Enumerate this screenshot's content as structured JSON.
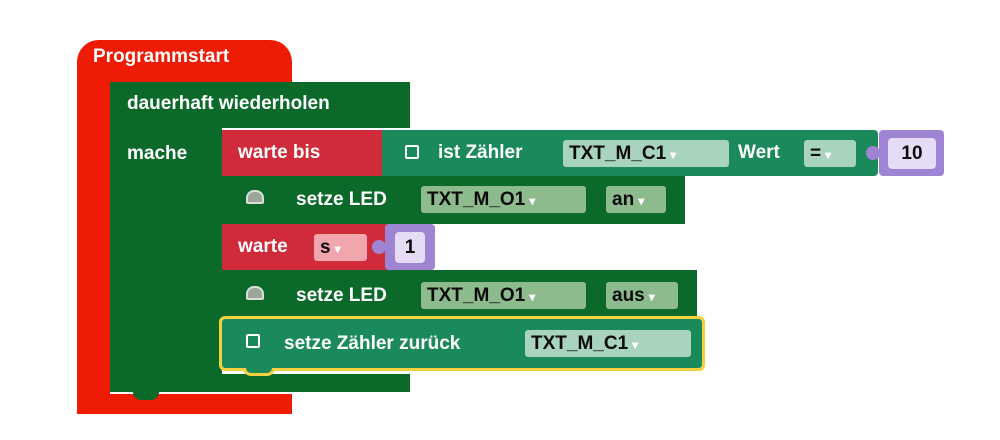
{
  "blocks": {
    "program_start": {
      "label": "Programmstart"
    },
    "forever": {
      "label": "dauerhaft wiederholen",
      "do_label": "mache"
    },
    "wait_until": {
      "label": "warte bis",
      "sensor_label": "ist Zähler",
      "counter": "TXT_M_C1",
      "value_label": "Wert",
      "operator": "=",
      "value": "10"
    },
    "set_led_on": {
      "label": "setze LED",
      "led": "TXT_M_O1",
      "state": "an"
    },
    "wait": {
      "label": "warte",
      "unit": "s",
      "value": "1"
    },
    "set_led_off": {
      "label": "setze LED",
      "led": "TXT_M_O1",
      "state": "aus"
    },
    "reset_counter": {
      "label": "setze Zähler zurück",
      "counter": "TXT_M_C1"
    }
  },
  "dropdown_arrow": "▾",
  "colors": {
    "event": "#ee1c04",
    "loop": "#0b6a2a",
    "wait": "#d02b3a",
    "sensor": "#1a8a5a",
    "number": "#a084d4",
    "selection": "#f4d03f"
  }
}
